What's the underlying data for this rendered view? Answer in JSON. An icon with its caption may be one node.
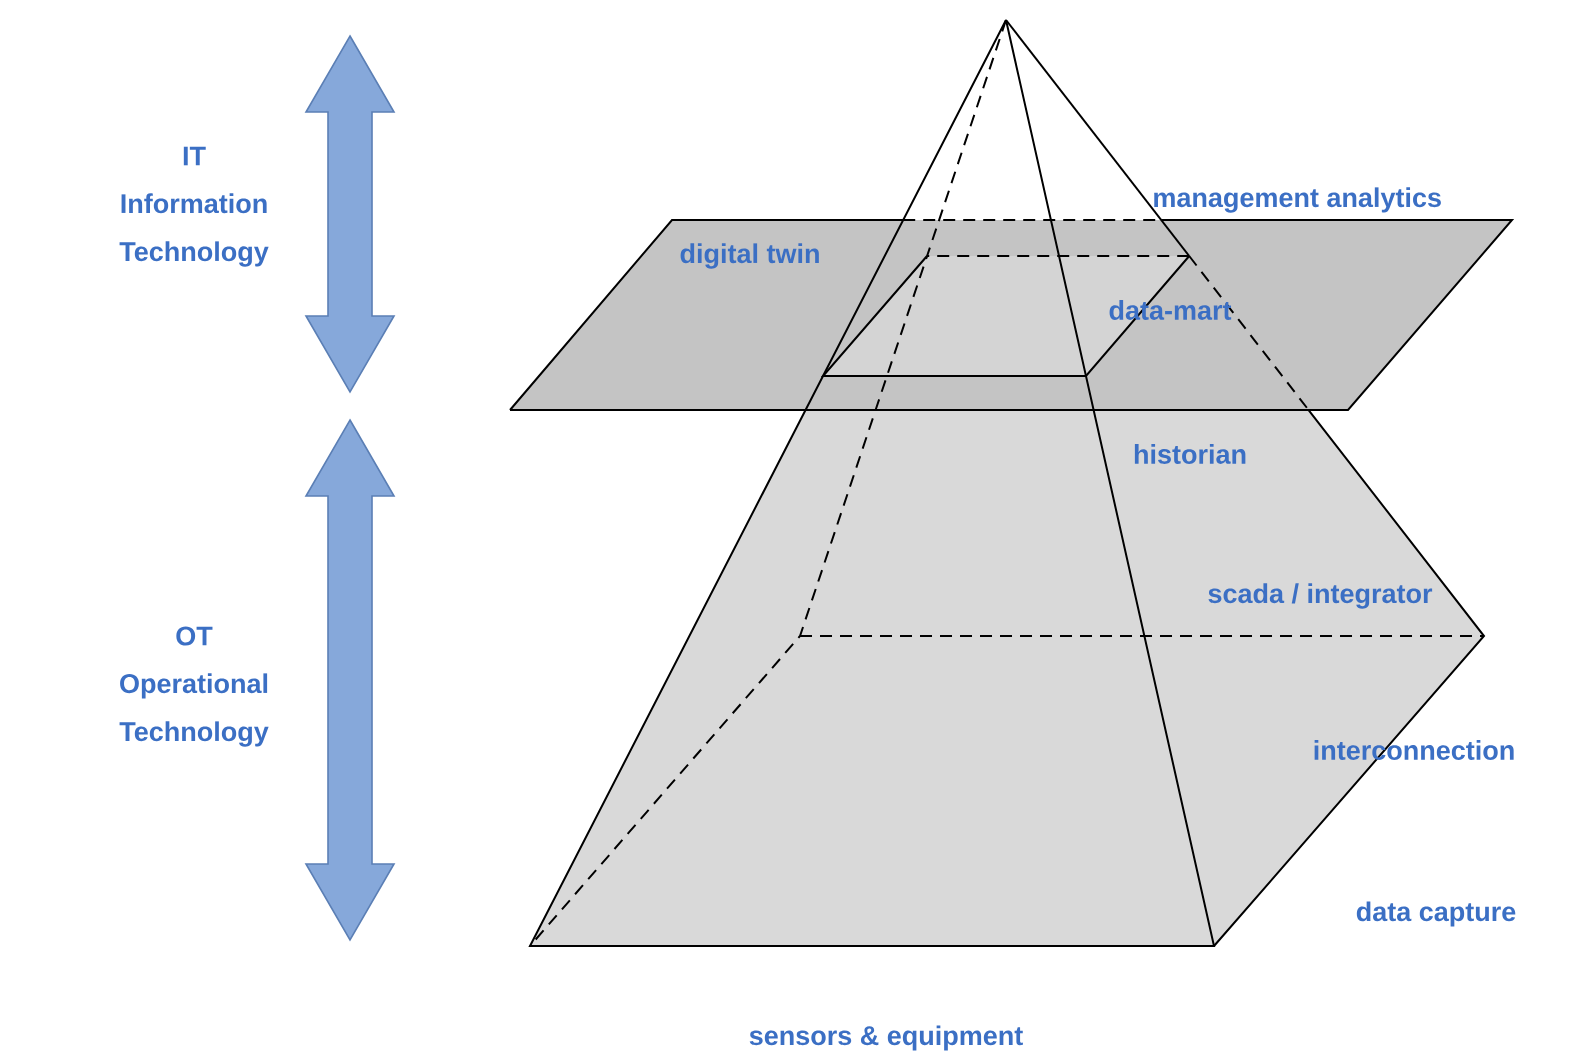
{
  "diagram": {
    "labels": [
      "IT",
      "Information Technology",
      "management analytics",
      "digital twin",
      "data-mart",
      "historian",
      "scada / integrator",
      "OT",
      "Operational Technology",
      "interconnection",
      "data capture",
      "sensors & equipment"
    ]
  }
}
